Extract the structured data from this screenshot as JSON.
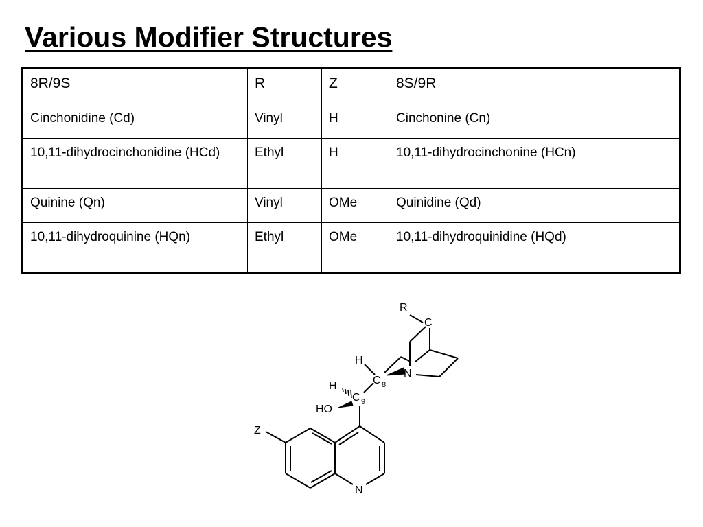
{
  "slide": {
    "title": "Various Modifier Structures"
  },
  "table": {
    "header": [
      "8R/9S",
      "R",
      "Z",
      "8S/9R"
    ],
    "rows": [
      [
        "Cinchonidine (Cd)",
        "Vinyl",
        "H",
        "Cinchonine (Cn)"
      ],
      [
        "10,11-dihydrocinchonidine (HCd)",
        "Ethyl",
        "H",
        "10,11-dihydrocinchonine (HCn)"
      ],
      [
        "Quinine (Qn)",
        "Vinyl",
        "OMe",
        "Quinidine (Qd)"
      ],
      [
        "10,11-dihydroquinine (HQn)",
        "Ethyl",
        "OMe",
        "10,11-dihydroquinidine (HQd)"
      ]
    ]
  },
  "structure": {
    "labels": {
      "r": "R",
      "c_top": "C",
      "h_c8": "H",
      "c8": "C",
      "c8_sub": "8",
      "n_quinuclidine": "N",
      "h_c9": "H",
      "c9": "C",
      "c9_sub": "9",
      "ho": "HO",
      "z": "Z",
      "n_quinoline": "N"
    }
  }
}
